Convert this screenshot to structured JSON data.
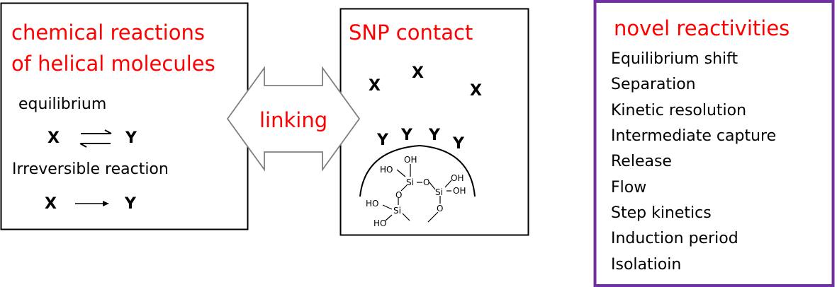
{
  "left_box": {
    "title_line1": "chemical reactions",
    "title_line2": "of helical molecules",
    "equilibrium_label": "equilibrium",
    "equilibrium_x": "X",
    "equilibrium_y": "Y",
    "irreversible_label": "Irreversible reaction",
    "irreversible_x": "X",
    "irreversible_y": "Y"
  },
  "link_arrow": {
    "label": "linking"
  },
  "middle_box": {
    "title": "SNP contact",
    "free_molecules": [
      "X",
      "X",
      "X"
    ],
    "bound_molecules": [
      "Y",
      "Y",
      "Y",
      "Y"
    ],
    "silica_labels": {
      "oh1": "OH",
      "ho1": "HO",
      "si1": "Si",
      "o1": "O",
      "si2": "Si",
      "oh2": "OH",
      "oh3": "OH",
      "o2": "O",
      "ho2": "HO",
      "si3": "Si",
      "ho3": "HO",
      "o3": "O"
    }
  },
  "right_box": {
    "title": "novel reactivities",
    "items": [
      "Equilibrium shift",
      "Separation",
      "Kinetic resolution",
      "Intermediate capture",
      "Release",
      "Flow",
      "Step kinetics",
      "Induction period",
      "Isolatioin"
    ],
    "border_color": "#7030a0"
  },
  "colors": {
    "title_red": "#ff0000",
    "arrow_gray": "#7f7f7f"
  }
}
